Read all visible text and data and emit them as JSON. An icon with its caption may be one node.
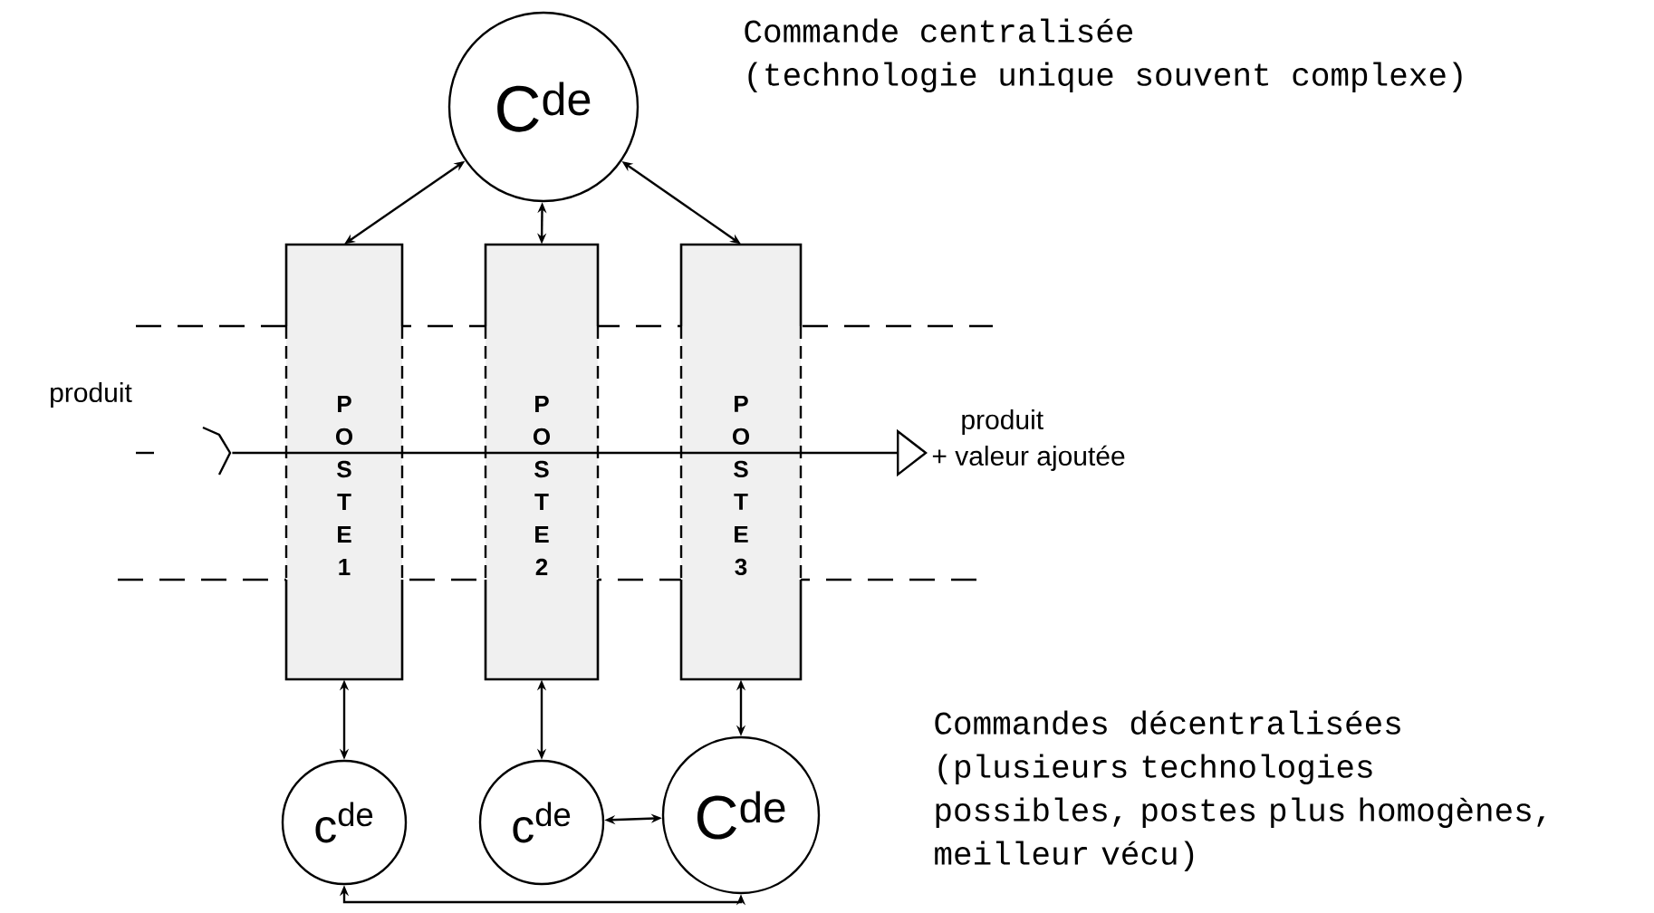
{
  "diagram": {
    "nodes": [
      {
        "text": [
          "C$^{de}$"
        ],
        "beside": [
          "Commande centralisée",
          "(technologie unique souvent complexe)"
        ]
      },
      {
        "text": [
          "POSTE 1"
        ]
      },
      {
        "text": [
          "POSTE 2"
        ]
      },
      {
        "text": [
          "POSTE 3"
        ]
      },
      {
        "text": [
          "c$^{de}$"
        ]
      },
      {
        "text": [
          "c$^{de}$"
        ]
      },
      {
        "text": [
          "C$^{de}$"
        ]
      },
      {
        "text": [
          "produit",
          "+ valeur ajoutée"
        ]
      },
      {
        "text": [],
        "shape": "chevron"
      }
    ],
    "edges": [
      {
        "from": 0,
        "to": 1,
        "arrow": "both"
      },
      {
        "from": 0,
        "to": 2,
        "arrow": "both"
      },
      {
        "from": 0,
        "to": 3,
        "arrow": "both"
      },
      {
        "from": 1,
        "to": 4,
        "arrow": "both"
      },
      {
        "from": 2,
        "to": 5,
        "arrow": "both"
      },
      {
        "from": 3,
        "to": 6,
        "arrow": "both"
      },
      {
        "from": 5,
        "to": 6,
        "arrow": "both"
      },
      {
        "from": 4,
        "to": 6,
        "arrow": "both"
      },
      {
        "from": 8,
        "to": 1,
        "arrow": "none"
      },
      {
        "from": 1,
        "to": 2,
        "arrow": "none"
      },
      {
        "from": 2,
        "to": 3,
        "arrow": "none"
      },
      {
        "from": 3,
        "to": 7,
        "arrow": "to"
      }
    ],
    "labels": [
      "produit",
      "Commandes décentralisées",
      "(plusieurs technologies possibles, postes plus homogènes, meilleur vécu)"
    ]
  }
}
